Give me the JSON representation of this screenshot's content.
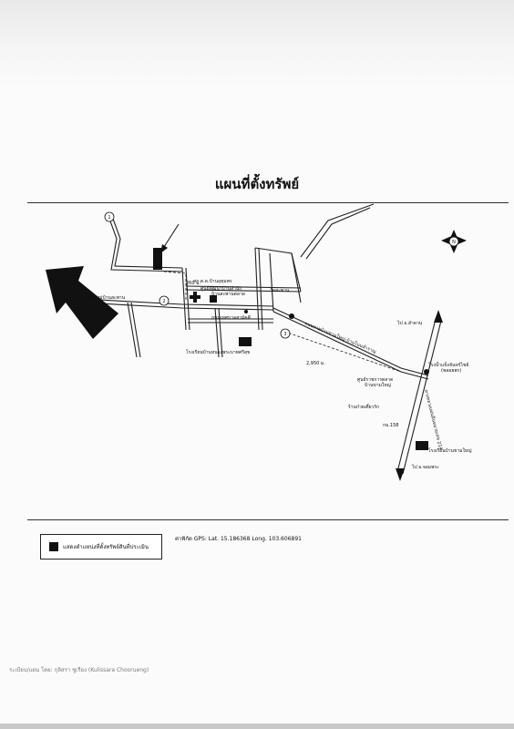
{
  "document": {
    "title": "แผนที่ตั้งทรัพย์",
    "legend": {
      "label": "แสดงตำแหน่งที่ตั้งทรัพย์สินที่ประเมิน"
    },
    "gps": {
      "prefix": "ค่าพิกัด GPS:",
      "lat": "Lat. 15.186368",
      "long": "Long. 103.606891"
    },
    "footer_note": "ระเบียบ/แผน โดย: กุลิสรา ชูเรือง (Kulissara Choorueng)"
  },
  "map": {
    "labels": {
      "dist_260": "260 ม.",
      "dist_2950": "2,950 ม.",
      "office": "สภ.ต.ด.บ้านอุทุมพร",
      "clinic": "ศูนย์พัฒนาบ้านสำนัก",
      "clinic2": "บ้านสะพานตลาด",
      "temple1": "วัดสะพาน",
      "road1": "ถนนหมู่บ้านสะพาน",
      "road2": "ถนนเทศบาลสามัคคี",
      "road3": "ถนนสายบ้านขามใหญ่-บ้านโนนสำราญ",
      "school1": "โรงเรียนบ้านหนองพระบาทศรีสุข",
      "fuel": "โรงน้ำแข็งจันทร์ไชย์",
      "fuel_sub": "(พลอยพร)",
      "center": "ศูนย์ราชการตลาด",
      "center_sub": "บ้านขามใหญ่",
      "temple2": "ร้านก๋วยเตี๋ยวรัก",
      "km": "กม.158",
      "school2": "โรงเรียนบ้านขามใหญ่",
      "north_to": "ไป อ.ลำดวน",
      "south_to": "ไป อ.จอมพระ",
      "highway": "ทางหลวงแผ่นดินหมายเลข 214",
      "n": "N",
      "p1": "1",
      "p2": "2",
      "p3": "3"
    }
  }
}
